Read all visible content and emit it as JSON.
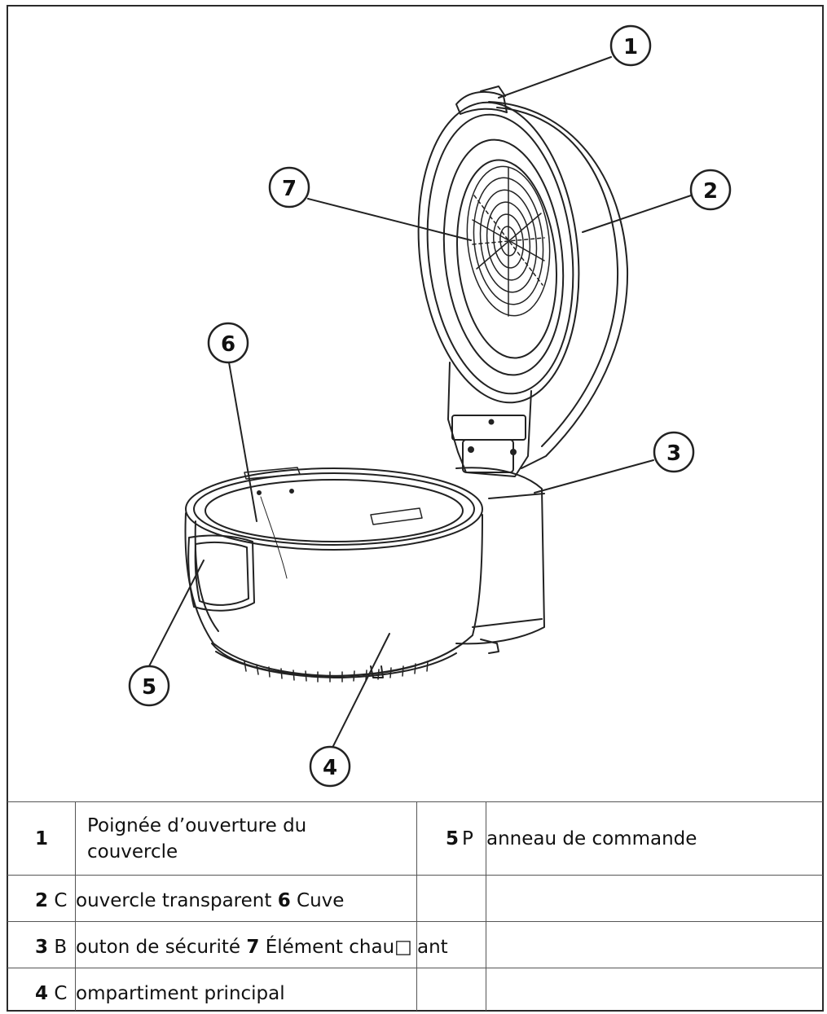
{
  "callouts": [
    "1",
    "2",
    "3",
    "4",
    "5",
    "6",
    "7"
  ],
  "legend": {
    "row1": {
      "num": "1",
      "label": "Poignée d’ouverture du",
      "label_line2": "couvercle",
      "right_num": "5",
      "right_label_a": "P",
      "right_label_b": "anneau de commande"
    },
    "row2": {
      "num1": "2",
      "text1a": "C",
      "text1b": "ouvercle transparent ",
      "num2": "6",
      "text2": " Cuve"
    },
    "row3": {
      "num1": "3",
      "text1a": "B",
      "text1b": "outon de sécurité ",
      "num2": "7",
      "text2a": " Élément chau□",
      "text2b": "ant"
    },
    "row4": {
      "num1": "4",
      "text1a": "C",
      "text1b": "ompartiment principal"
    }
  },
  "colors": {
    "stroke": "#222222",
    "grid": "#555555"
  }
}
